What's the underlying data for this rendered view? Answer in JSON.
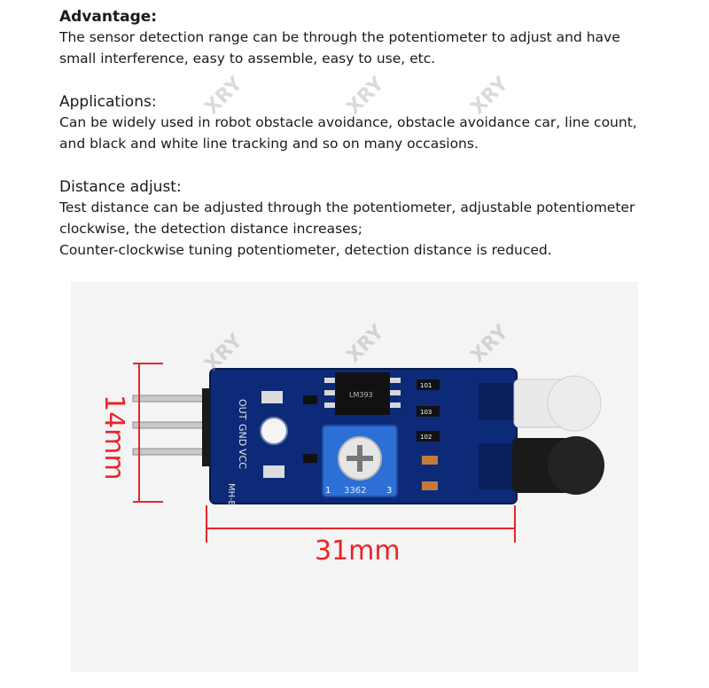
{
  "advantage": {
    "heading": "Advantage:",
    "lines": [
      "The sensor detection range can be through the potentiometer to adjust and have",
      "small interference, easy to assemble, easy to use, etc."
    ]
  },
  "applications": {
    "heading": "Applications:",
    "lines": [
      "Can be widely used in robot obstacle avoidance, obstacle avoidance car, line count,",
      "and black and white line tracking and so on many occasions."
    ]
  },
  "distance": {
    "heading": "Distance adjust:",
    "lines": [
      "Test distance can be adjusted through the potentiometer, adjustable potentiometer",
      "clockwise, the detection distance increases;",
      "Counter-clockwise tuning potentiometer, detection distance is reduced."
    ]
  },
  "figure": {
    "width_label": "31mm",
    "height_label": "14mm",
    "dimension_color": "#e8262a",
    "board_color": "#0d2a78",
    "pin_labels": {
      "out": "OUT",
      "gnd": "GND",
      "vcc": "VCC"
    },
    "board_name": "MH-B",
    "potentiometer_label": "3362",
    "chip_label": "LM393",
    "silkscreen_left": "1",
    "silkscreen_right": "3",
    "resistor_labels": [
      "101",
      "103",
      "102"
    ],
    "watermark": "XRY"
  }
}
